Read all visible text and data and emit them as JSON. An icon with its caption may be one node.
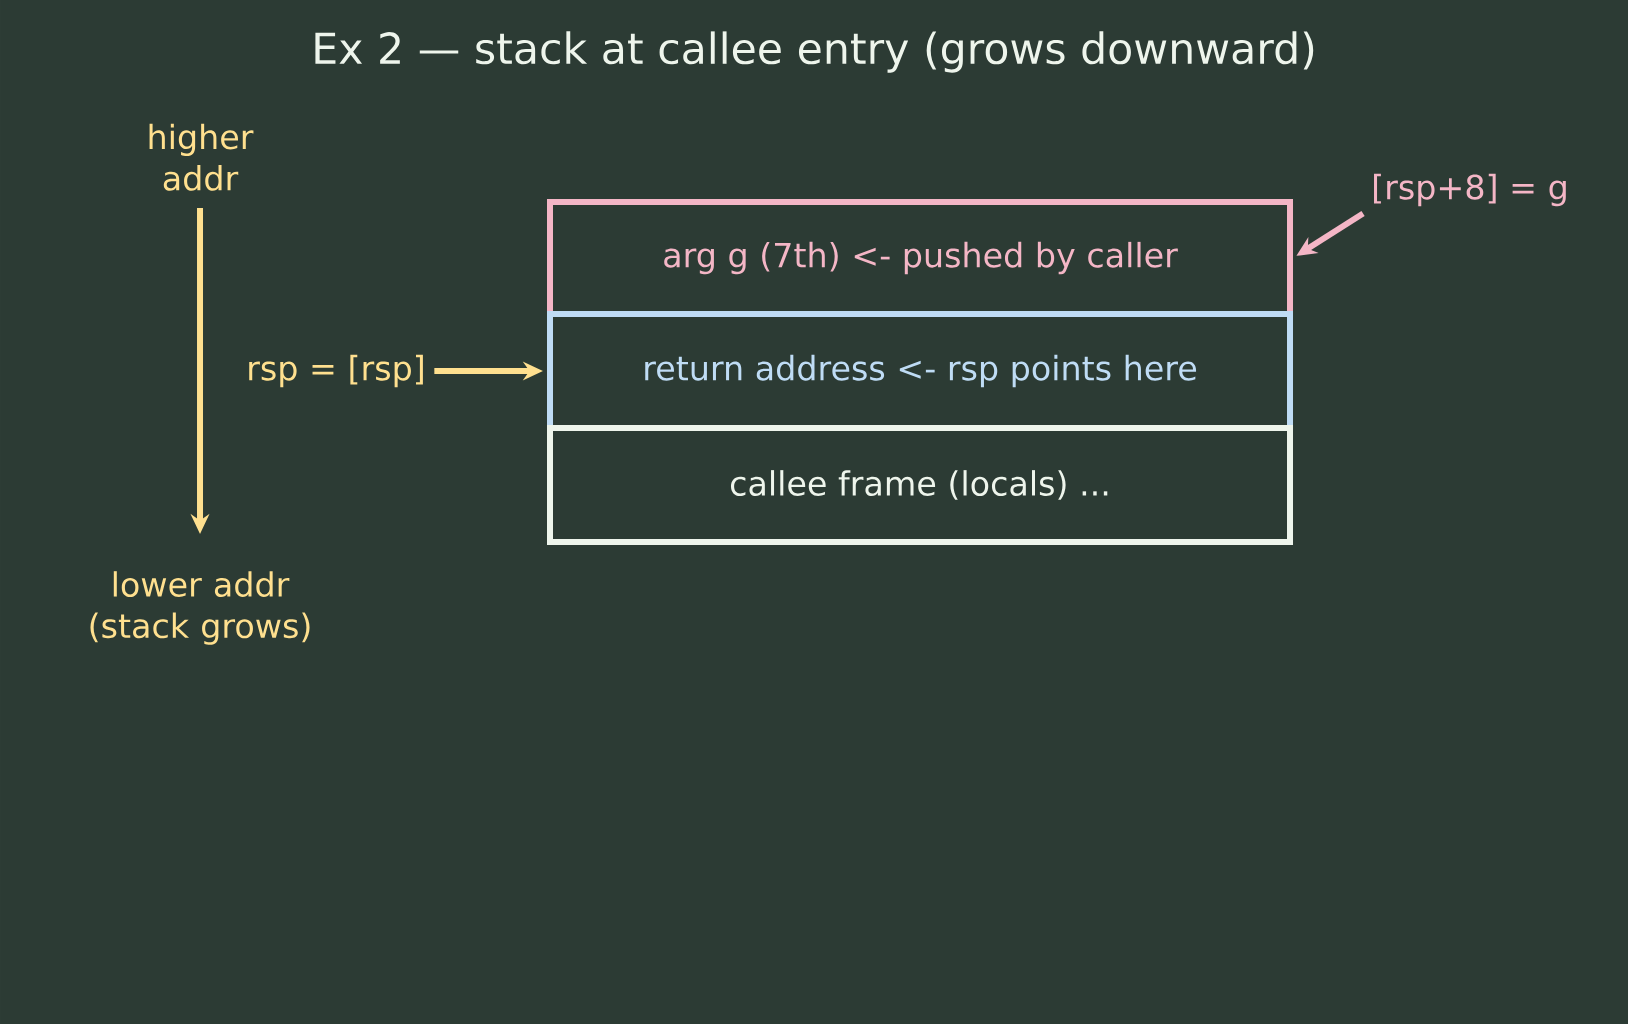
{
  "diagram": {
    "title": "Ex 2 — stack at callee entry (grows downward)",
    "nodes": [
      {
        "text": [
          "arg g (7th)  <- pushed by caller"
        ]
      },
      {
        "text": [
          "return address  <- rsp points here"
        ]
      },
      {
        "text": [
          "callee frame (locals) ..."
        ]
      },
      {
        "text": [
          "rsp = [rsp]"
        ]
      },
      {
        "text": [
          "[rsp+8] = g"
        ]
      }
    ],
    "edges": [
      {
        "from": 3,
        "to": 1,
        "arrow": "to",
        "color": "#ffe08f"
      },
      {
        "from": 4,
        "to": 0,
        "arrow": "to",
        "color": "#f4b6c6"
      }
    ],
    "labels": [
      "higher addr",
      "lower addr (stack grows)"
    ]
  }
}
